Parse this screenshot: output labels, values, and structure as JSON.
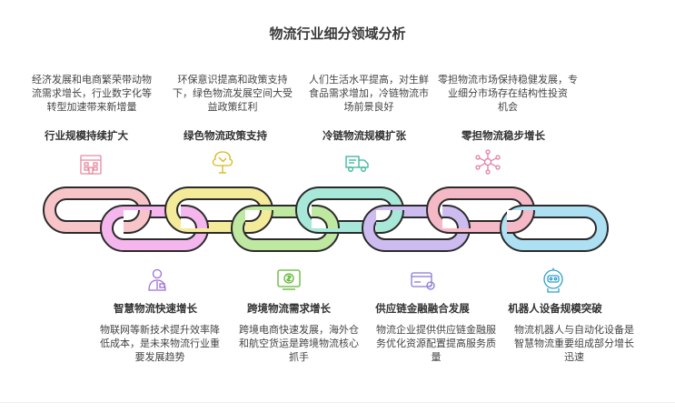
{
  "title": "物流行业细分领域分析",
  "colors": {
    "pink": "#f7c4c8",
    "magenta": "#f5b6ee",
    "yellow": "#f3ea9a",
    "green": "#bfe8a0",
    "teal": "#a8e8d8",
    "lavender": "#cdbcf0",
    "rose": "#f5b8c6",
    "sky": "#aee0f4",
    "outline": "#2b2b2b"
  },
  "top_items": [
    {
      "heading": "行业规模持续扩大",
      "desc": [
        "经济发展和电商繁荣带动物",
        "流需求增长，行业数字化等",
        "转型加速带来新增量"
      ],
      "icon": "building-icon"
    },
    {
      "heading": "绿色物流政策支持",
      "desc": [
        "环保意识提高和政策支持",
        "下，绿色物流发展空间大受",
        "益政策红利"
      ],
      "icon": "tree-icon"
    },
    {
      "heading": "冷链物流规模扩张",
      "desc": [
        "人们生活水平提高，对生鲜",
        "食品需求增加，冷链物流市",
        "场前景良好"
      ],
      "icon": "truck-icon"
    },
    {
      "heading": "零担物流稳步增长",
      "desc": [
        "零担物流市场保持稳健发展，专",
        "业细分市场存在结构性投资",
        "机会"
      ],
      "icon": "network-icon"
    }
  ],
  "bottom_items": [
    {
      "heading": "智慧物流快速增长",
      "desc": [
        "物联网等新技术提升效率降",
        "低成本，是未来物流行业重",
        "要发展趋势"
      ],
      "icon": "person-icon"
    },
    {
      "heading": "跨境物流需求增长",
      "desc": [
        "跨境电商快速发展，海外仓",
        "和航空货运是跨境物流核心",
        "抓手"
      ],
      "icon": "globe-money-icon"
    },
    {
      "heading": "供应链金融融合发展",
      "desc": [
        "物流企业提供供应链金融服",
        "务优化资源配置提高服务质",
        "量"
      ],
      "icon": "credit-card-icon"
    },
    {
      "heading": "机器人设备规模突破",
      "desc": [
        "物流机器人与自动化设备是",
        "智慧物流重要组成部分增长",
        "迅速"
      ],
      "icon": "robot-icon"
    }
  ]
}
